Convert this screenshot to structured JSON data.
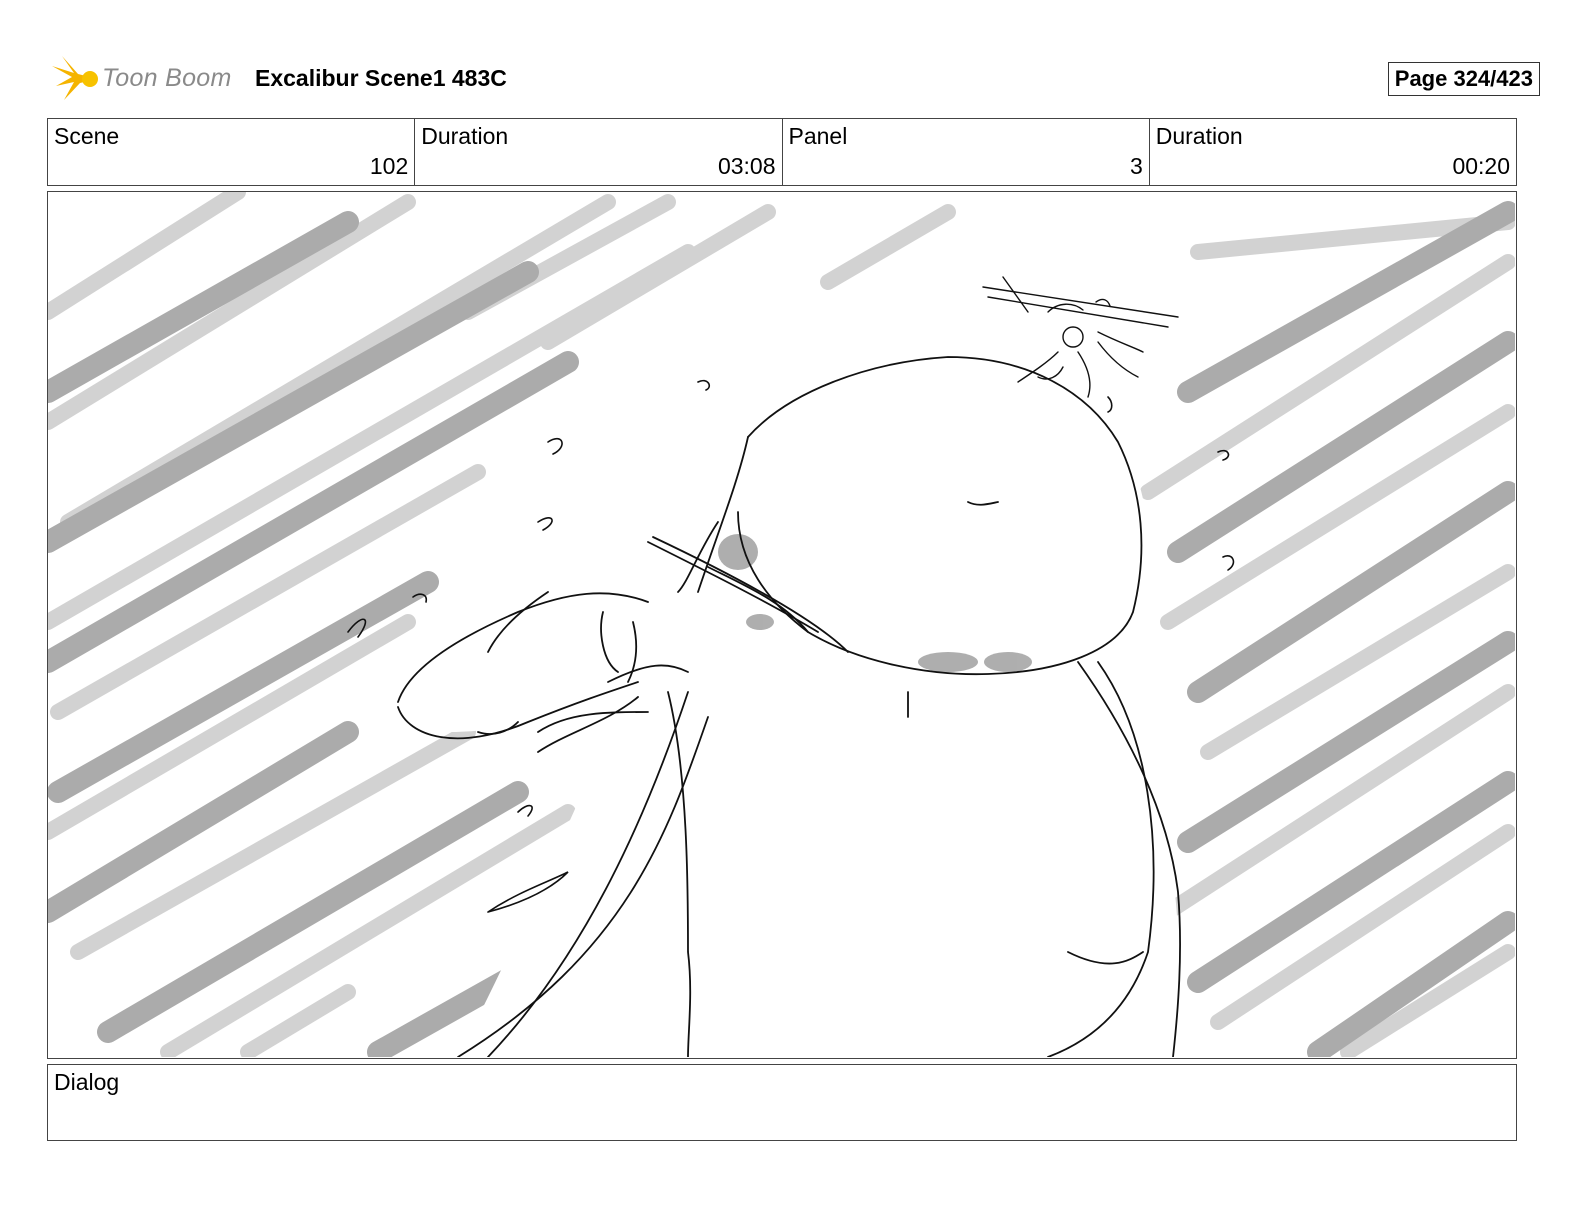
{
  "header": {
    "logo_text": "Toon Boom",
    "title": "Excalibur Scene1 483C",
    "page": "Page 324/423"
  },
  "info": {
    "scene_label": "Scene",
    "scene_value": "102",
    "duration_label": "Duration",
    "duration_value": "03:08",
    "panel_label": "Panel",
    "panel_value": "3",
    "panel_duration_label": "Duration",
    "panel_duration_value": "00:20"
  },
  "dialog": {
    "label": "Dialog"
  },
  "colors": {
    "logo_accent": "#f5b400",
    "streak_light": "#cfcfcf",
    "streak_dark": "#a9a9a9",
    "line": "#111111"
  }
}
